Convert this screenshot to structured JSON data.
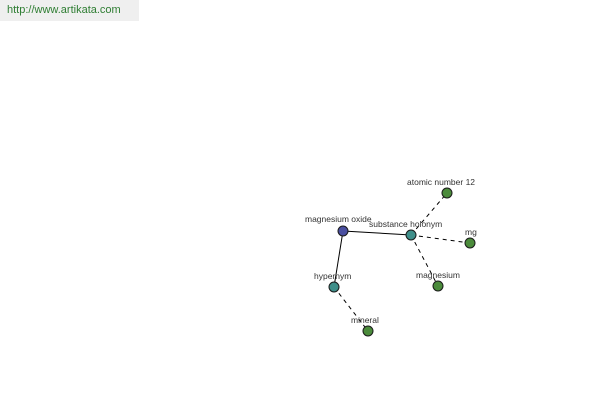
{
  "header": {
    "url": "http://www.artikata.com"
  },
  "graph": {
    "nodes": {
      "magnesium_oxide": {
        "label": "magnesium oxide",
        "color": "#4a4fa0"
      },
      "substance_holonym": {
        "label": "substance holonym",
        "color": "#3f8f8a"
      },
      "hypernym": {
        "label": "hypernym",
        "color": "#3f8f8a"
      },
      "mineral": {
        "label": "mineral",
        "color": "#4b8b3b"
      },
      "atomic_number_12": {
        "label": "atomic number 12",
        "color": "#4b8b3b"
      },
      "mg": {
        "label": "mg",
        "color": "#4b8b3b"
      },
      "magnesium": {
        "label": "magnesium",
        "color": "#4b8b3b"
      }
    },
    "edges": [
      {
        "from": "magnesium_oxide",
        "to": "substance_holonym",
        "style": "solid"
      },
      {
        "from": "magnesium_oxide",
        "to": "hypernym",
        "style": "solid"
      },
      {
        "from": "hypernym",
        "to": "mineral",
        "style": "dashed"
      },
      {
        "from": "substance_holonym",
        "to": "atomic_number_12",
        "style": "dashed"
      },
      {
        "from": "substance_holonym",
        "to": "mg",
        "style": "dashed"
      },
      {
        "from": "substance_holonym",
        "to": "magnesium",
        "style": "dashed"
      }
    ]
  }
}
